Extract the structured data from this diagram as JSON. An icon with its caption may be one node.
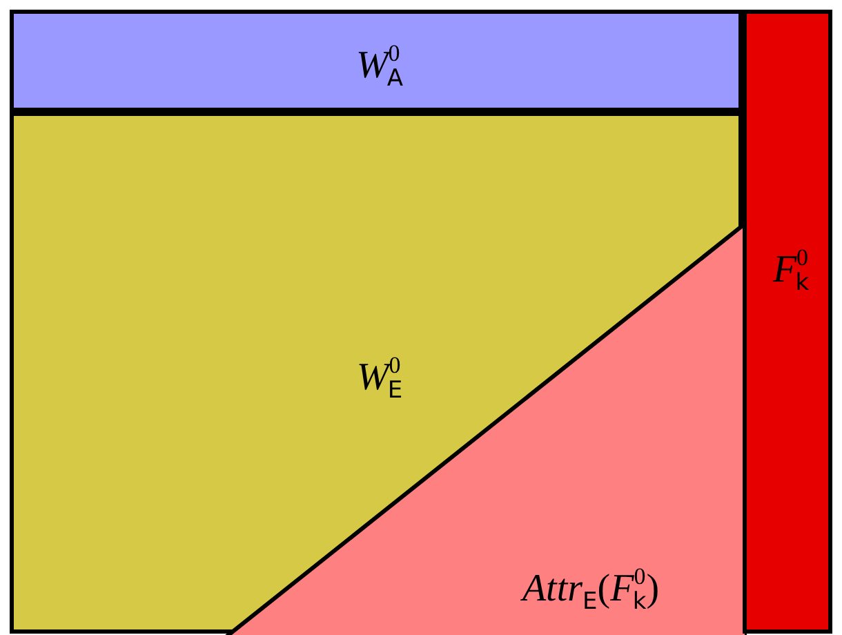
{
  "diagram": {
    "nodes": [
      {
        "text": [
          "*W*$^{0}$$_{A}$"
        ]
      },
      {
        "text": [
          "*W*$^{0}$$_{E}$"
        ]
      },
      {
        "text": [
          "*Attr*$_{E}$(*F*$^{0}$$_{k}$)"
        ],
        "in": 1
      },
      {
        "text": [
          "*F*$^{0}$$_{k}$"
        ]
      }
    ],
    "edges": []
  }
}
